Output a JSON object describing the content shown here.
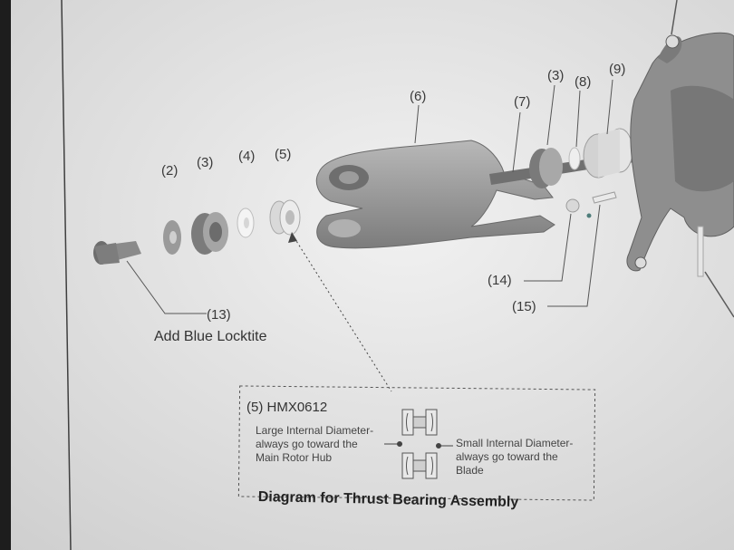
{
  "callouts": {
    "c2": "(2)",
    "c3a": "(3)",
    "c4": "(4)",
    "c5": "(5)",
    "c6": "(6)",
    "c7": "(7)",
    "c3b": "(3)",
    "c8": "(8)",
    "c9": "(9)",
    "c13": "(13)",
    "c14": "(14)",
    "c15": "(15)"
  },
  "note_locktite": "Add Blue Locktite",
  "detail_box": {
    "title": "(5) HMX0612",
    "left_text": [
      "Large Internal Diameter-",
      "always go toward the",
      "Main Rotor Hub"
    ],
    "right_text": [
      "Small Internal Diameter-",
      "always go toward the",
      "Blade"
    ]
  },
  "caption": "Diagram for Thrust Bearing Assembly",
  "colors": {
    "paper": "#e9e9e9",
    "part_fill": "#9a9a9a",
    "part_dark": "#6f6f6f",
    "line": "#4a4a4a"
  }
}
